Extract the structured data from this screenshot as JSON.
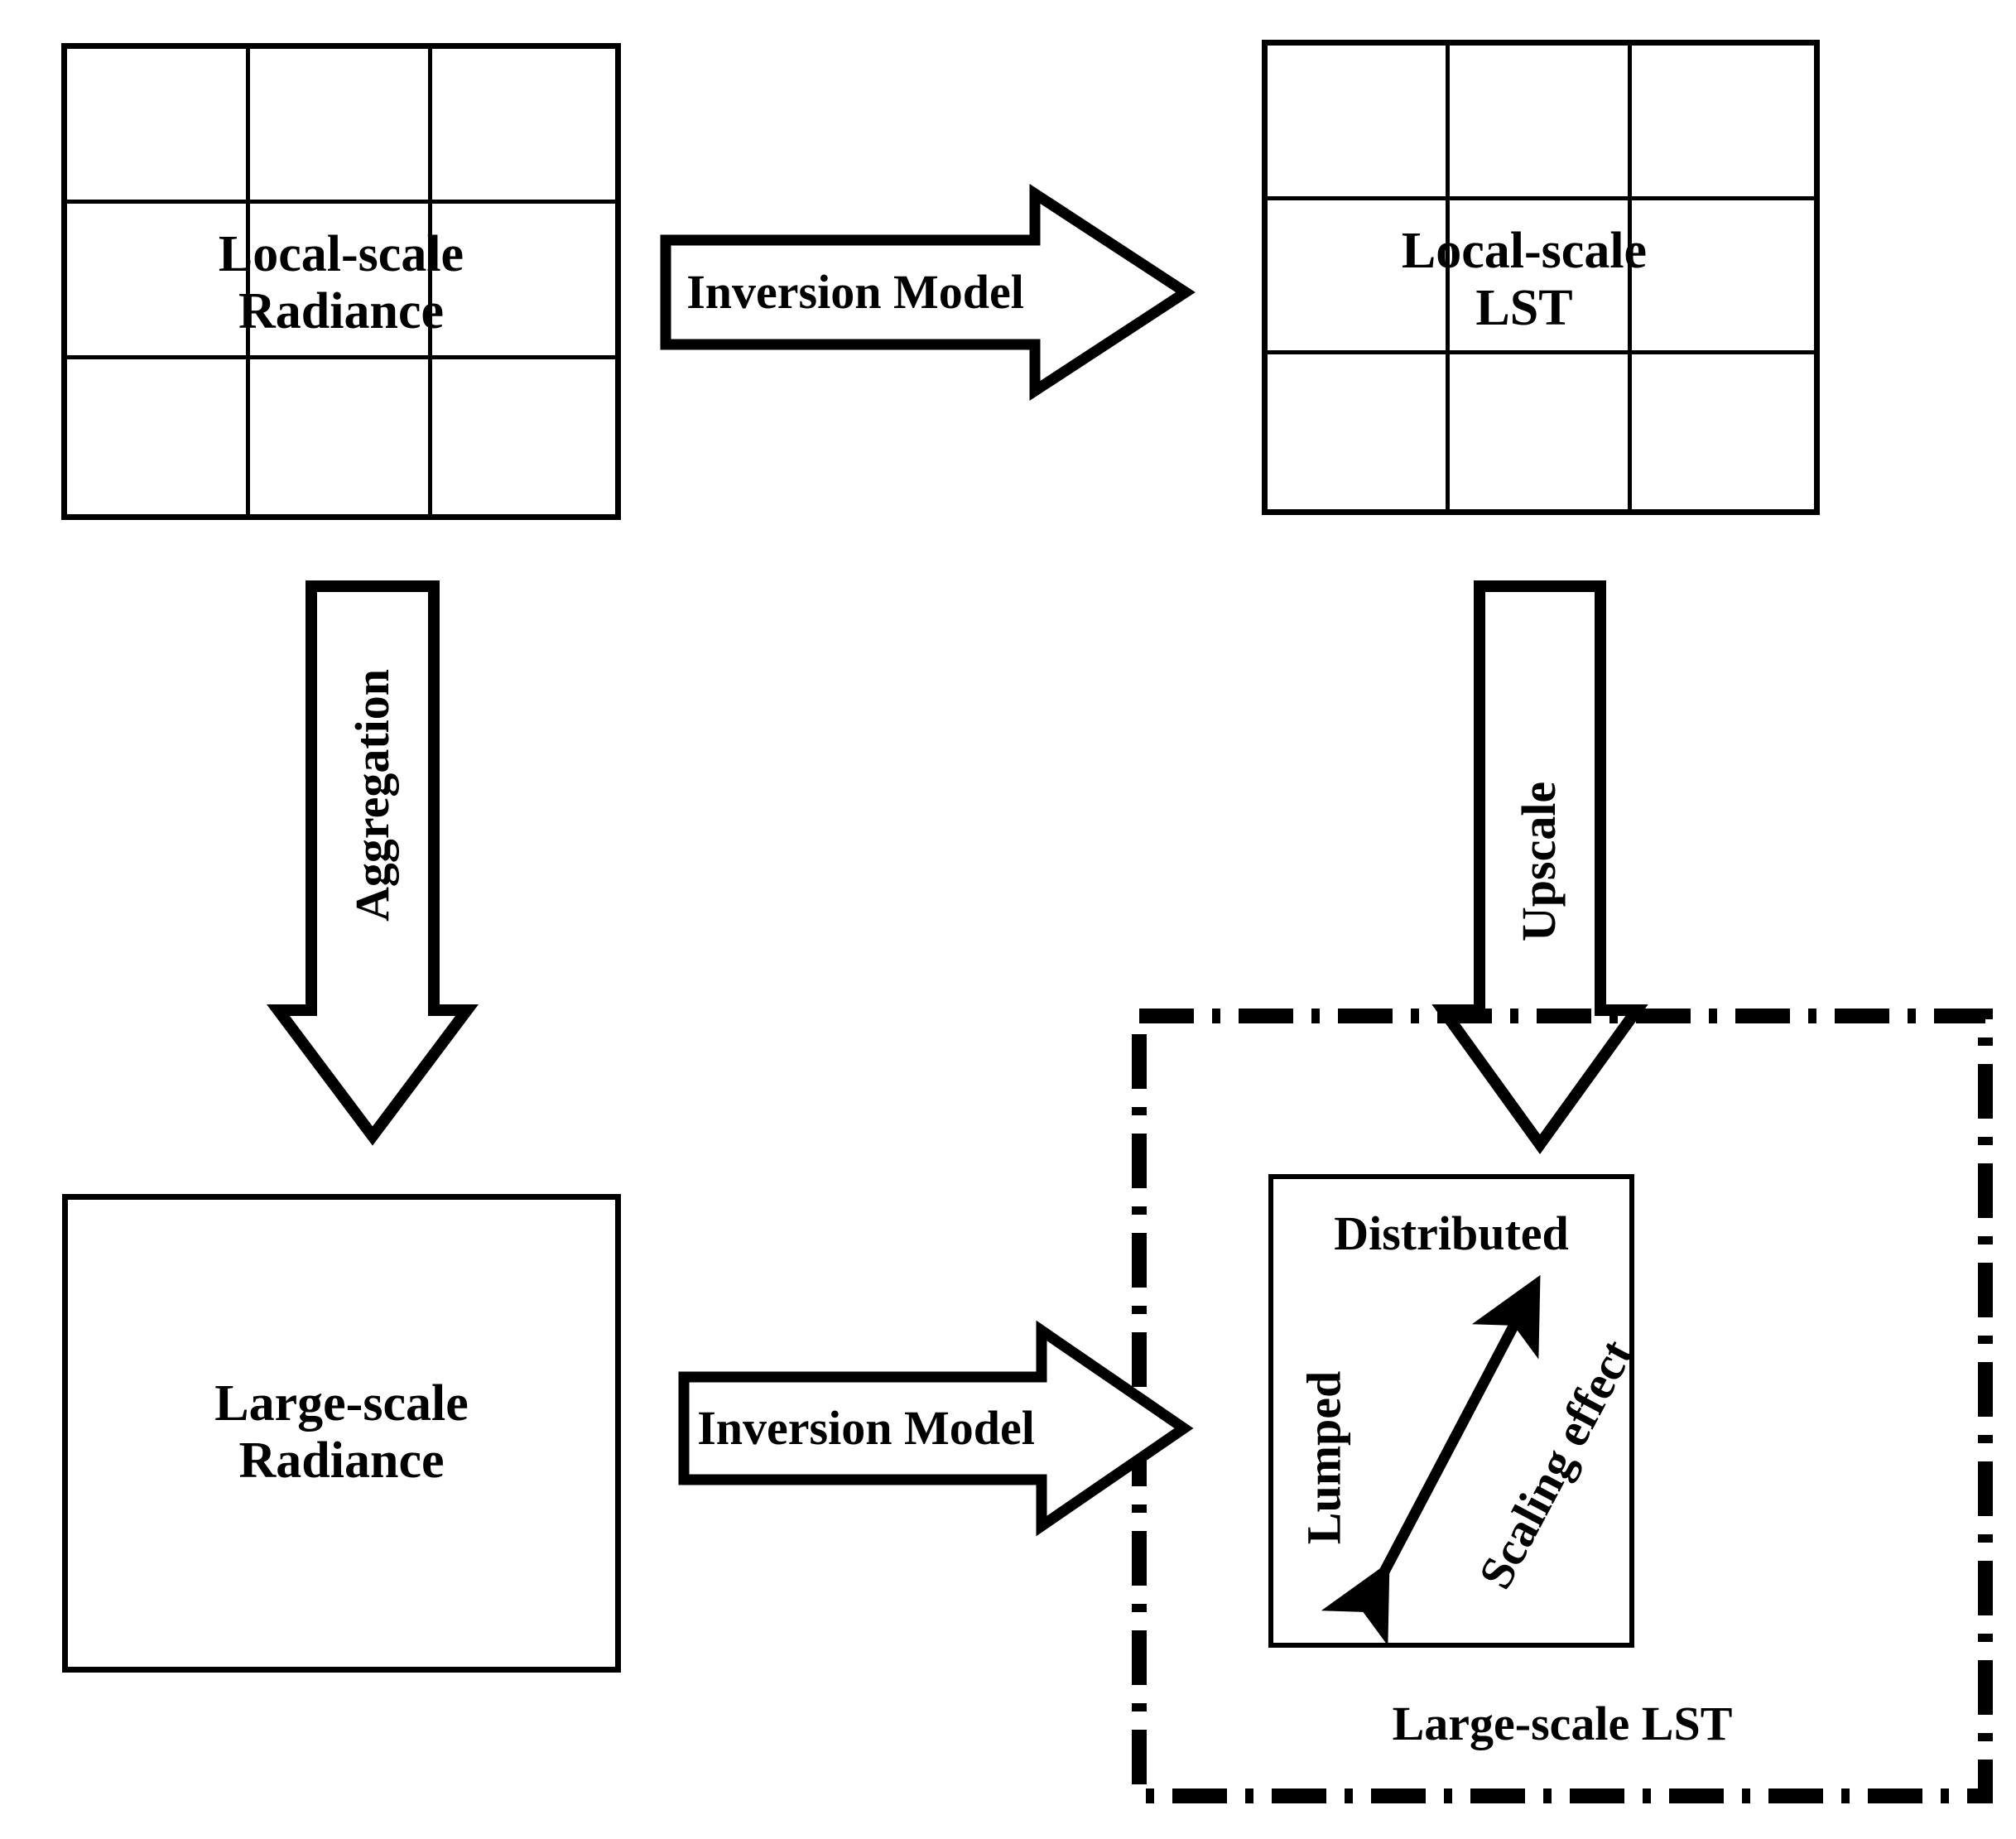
{
  "diagram": {
    "title": "Land surface temperature scaling-effect flow diagram",
    "stroke_color": "#000000",
    "background_color": "#ffffff"
  },
  "nodes": {
    "local_radiance": {
      "line1": "Local-scale",
      "line2": "Radiance",
      "shape": "grid-3x3"
    },
    "local_lst": {
      "line1": "Local-scale",
      "line2": "LST",
      "shape": "grid-3x3"
    },
    "large_radiance": {
      "line1": "Large-scale",
      "line2": "Radiance",
      "shape": "box"
    },
    "large_lst": {
      "caption": "Large-scale LST",
      "shape": "box-in-dashdot-frame",
      "top_label": "Distributed",
      "left_label": "Lumped",
      "diagonal_label": "Scaling effect"
    }
  },
  "arrows": {
    "inversion_top": {
      "label": "Inversion Model",
      "direction": "right"
    },
    "inversion_bottom": {
      "label": "Inversion Model",
      "direction": "right"
    },
    "aggregation": {
      "label": "Aggregation",
      "direction": "down"
    },
    "upscale": {
      "label": "Upscale",
      "direction": "down"
    },
    "scaling_effect": {
      "label": "Scaling effect",
      "direction": "double-diagonal"
    }
  }
}
